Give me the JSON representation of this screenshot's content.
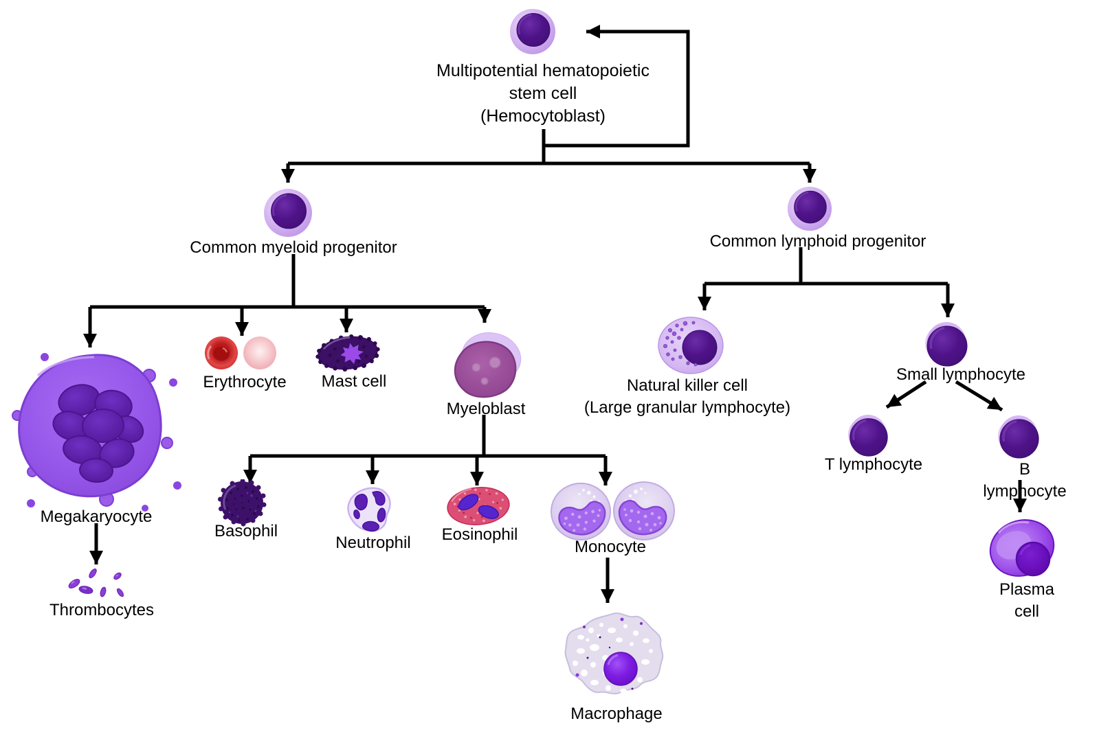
{
  "nodes": {
    "hemocytoblast": {
      "label": "Multipotential hematopoietic\nstem cell\n(Hemocytoblast)"
    },
    "common_myeloid_progenitor": {
      "label": "Common myeloid progenitor"
    },
    "common_lymphoid_progenitor": {
      "label": "Common lymphoid progenitor"
    },
    "megakaryocyte": {
      "label": "Megakaryocyte"
    },
    "thrombocytes": {
      "label": "Thrombocytes"
    },
    "erythrocyte": {
      "label": "Erythrocyte"
    },
    "mast_cell": {
      "label": "Mast cell"
    },
    "myeloblast": {
      "label": "Myeloblast"
    },
    "basophil": {
      "label": "Basophil"
    },
    "neutrophil": {
      "label": "Neutrophil"
    },
    "eosinophil": {
      "label": "Eosinophil"
    },
    "monocyte": {
      "label": "Monocyte"
    },
    "macrophage": {
      "label": "Macrophage"
    },
    "natural_killer_cell": {
      "label": "Natural killer cell\n(Large granular lymphocyte)"
    },
    "small_lymphocyte": {
      "label": "Small lymphocyte"
    },
    "t_lymphocyte": {
      "label": "T lymphocyte"
    },
    "b_lymphocyte": {
      "label": "B lymphocyte"
    },
    "plasma_cell": {
      "label": "Plasma cell"
    }
  },
  "colors": {
    "background": "#ffffff",
    "line": "#000000",
    "cell_halo": "#cfa9f0",
    "cell_nucleus": "#4f1389",
    "megakaryocyte_body": "#9658ea",
    "erythrocyte_red": "#c51d1d",
    "erythrocyte_pale": "#f7cdd1",
    "mast_cell_dark": "#3b1065",
    "basophil_dark": "#3d1169",
    "eosinophil_pink": "#db4f74",
    "neutrophil_body": "#ece3fb",
    "neutrophil_lobe": "#5b1fb4",
    "monocyte_nucleus": "#a368ee",
    "macrophage_body": "#e3ddee",
    "macrophage_nucleus": "#7d1ce2",
    "plasma_body": "#a257ec",
    "thrombocyte": "#8b3fd8"
  }
}
